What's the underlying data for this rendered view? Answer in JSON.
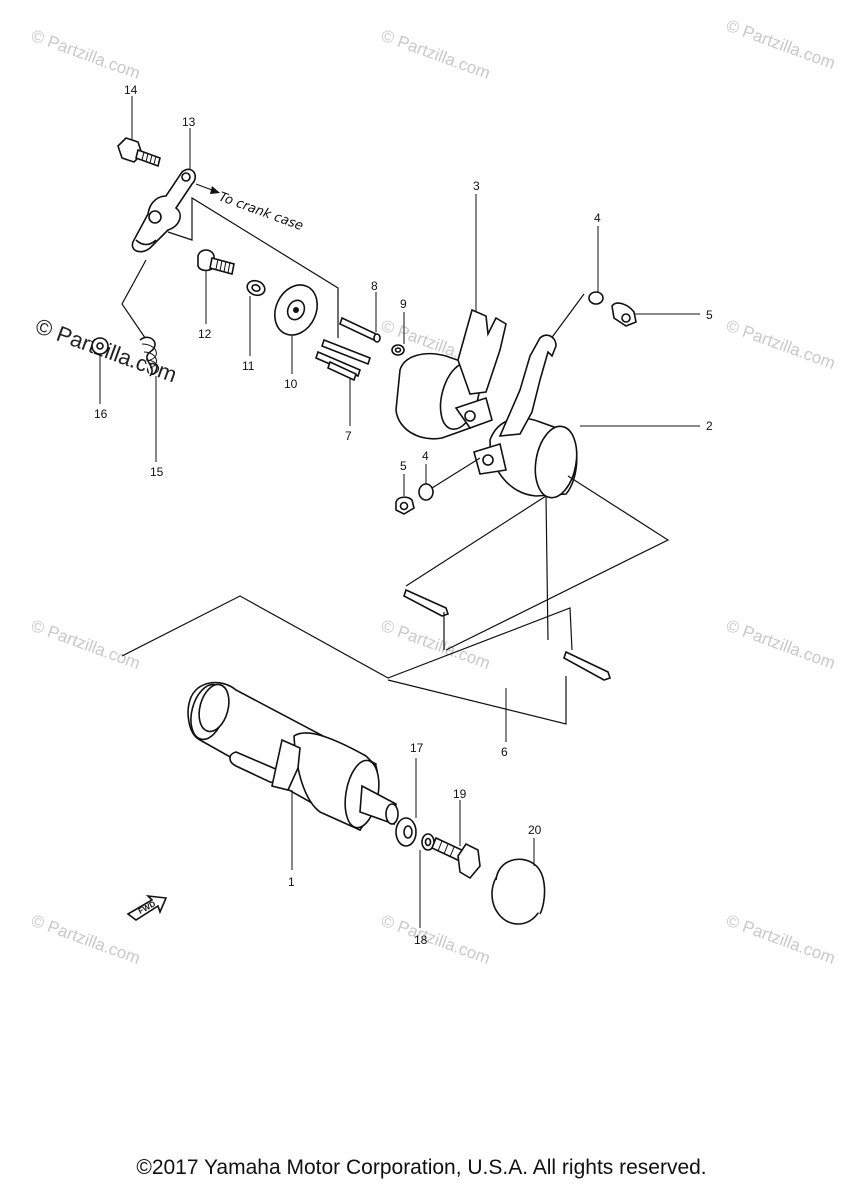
{
  "diagram": {
    "callouts": {
      "c1": "1",
      "c2": "2",
      "c3": "3",
      "c4a": "4",
      "c4b": "4",
      "c5a": "5",
      "c5b": "5",
      "c6": "6",
      "c7": "7",
      "c8": "8",
      "c9": "9",
      "c10": "10",
      "c11": "11",
      "c12": "12",
      "c13": "13",
      "c14": "14",
      "c15": "15",
      "c16": "16",
      "c17": "17",
      "c18": "18",
      "c19": "19",
      "c20": "20"
    },
    "note": "To crank case",
    "fwd_label": "FWD"
  },
  "watermark": {
    "text": "© Partzilla.com",
    "prominent": "© Partzilla.com"
  },
  "footer": {
    "copyright": "©2017 Yamaha Motor Corporation, U.S.A. All rights reserved."
  }
}
